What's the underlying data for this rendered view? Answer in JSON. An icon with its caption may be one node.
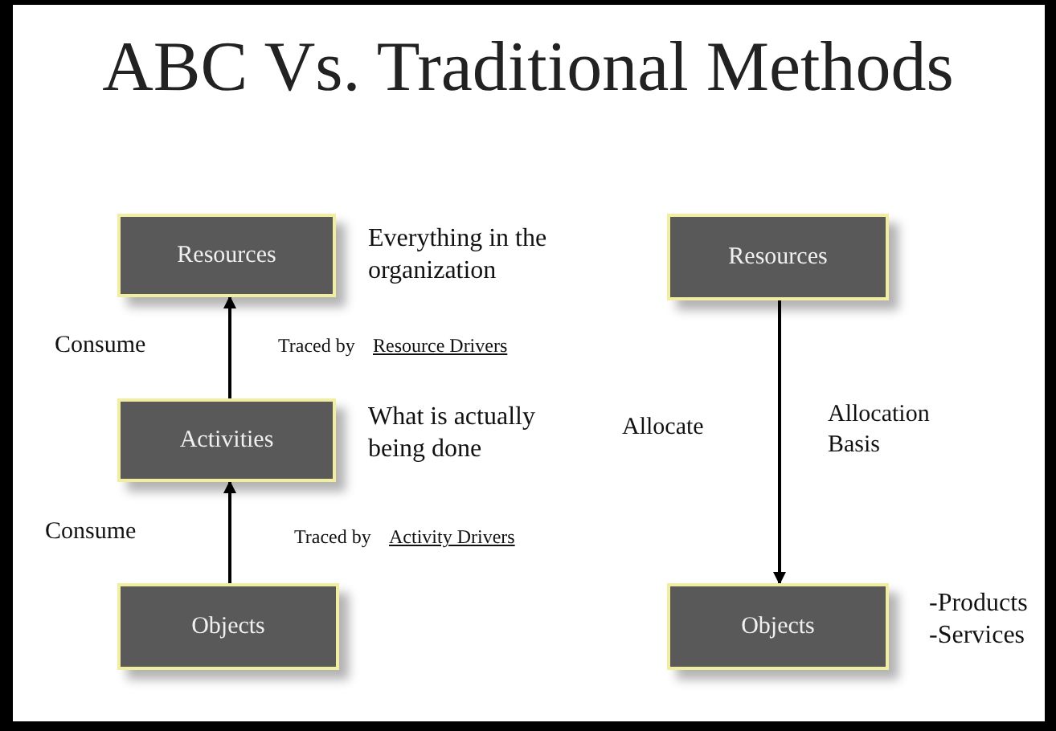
{
  "diagram": {
    "title": "ABC Vs. Traditional Methods",
    "nodes": [
      {
        "text": [
          "Resources"
        ],
        "beside": [
          "Everything in the organization"
        ]
      },
      {
        "text": [
          "Activities"
        ],
        "beside": [
          "What is actually being done"
        ]
      },
      {
        "text": [
          "Objects"
        ]
      },
      {
        "text": [
          "Resources"
        ]
      },
      {
        "text": [
          "Objects"
        ],
        "beside": [
          "-Products",
          "-Services"
        ]
      }
    ],
    "edges": [
      {
        "from": 1,
        "to": 0,
        "arrow": "to"
      },
      {
        "from": 2,
        "to": 1,
        "arrow": "to"
      },
      {
        "from": 3,
        "to": 4,
        "arrow": "to"
      }
    ],
    "labels": [
      "Consume",
      "Traced by",
      "Resource Drivers",
      "Consume",
      "Traced by",
      "Activity Drivers",
      "Allocate",
      "Allocation Basis"
    ]
  }
}
